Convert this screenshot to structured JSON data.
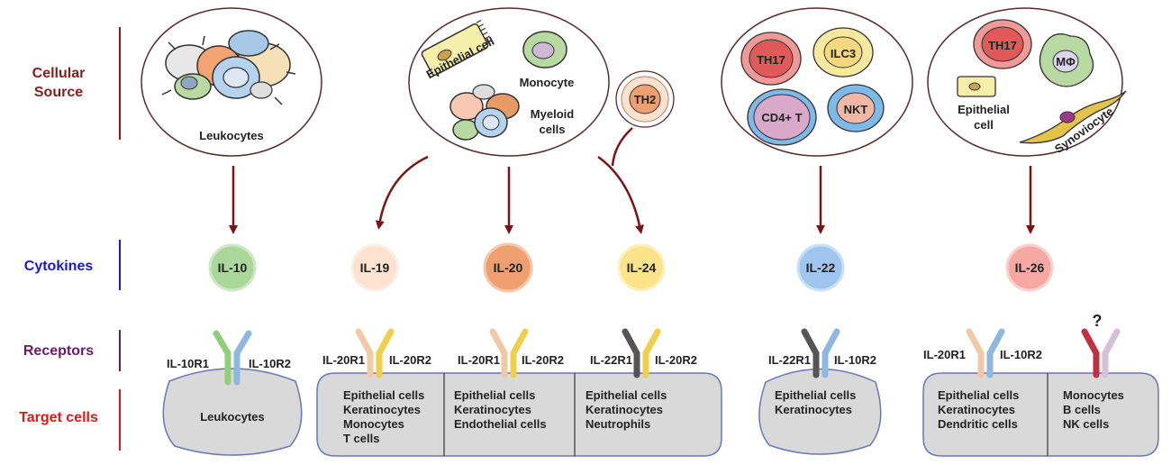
{
  "row_labels": {
    "source_line1": "Cellular",
    "source_line2": "Source",
    "cytokines": "Cytokines",
    "receptors": "Receptors",
    "target": "Target cells"
  },
  "colors": {
    "source": "#8b1a1a",
    "cytokines": "#1a1acc",
    "receptors": "#6b1a6b",
    "target": "#e01818",
    "arrow": "#7a1414"
  },
  "sources": {
    "leukocytes": "Leukocytes",
    "epithelial_cell": "Epithelial cell",
    "monocyte": "Monocyte",
    "myeloid_line1": "Myeloid",
    "myeloid_line2": "cells",
    "th2": "TH2",
    "th17_a": "TH17",
    "ilc3": "ILC3",
    "cd4": "CD4+ T",
    "nkt": "NKT",
    "th17_b": "TH17",
    "mphi": "MΦ",
    "epithelial_line1": "Epithelial",
    "epithelial_line2": "cell",
    "synoviocyte": "Synoviocyte"
  },
  "cytokines": [
    {
      "name": "IL-10",
      "color": "#a9d89a"
    },
    {
      "name": "IL-19",
      "color": "#fde2cf"
    },
    {
      "name": "IL-20",
      "color": "#f0a070"
    },
    {
      "name": "IL-24",
      "color": "#fbe38a"
    },
    {
      "name": "IL-22",
      "color": "#9ec6ee"
    },
    {
      "name": "IL-26",
      "color": "#f6a9a3"
    }
  ],
  "receptors": {
    "il10r1": "IL-10R1",
    "il10r2_a": "IL-10R2",
    "il20r1_a": "IL-20R1",
    "il20r2_a": "IL-20R2",
    "il20r1_b": "IL-20R1",
    "il20r2_b": "IL-20R2",
    "il22r1_a": "IL-22R1",
    "il20r2_c": "IL-20R2",
    "il22r1_b": "IL-22R1",
    "il10r2_b": "IL-10R2",
    "il20r1_c": "IL-20R1",
    "il10r2_c": "IL-10R2",
    "unknown": "?"
  },
  "targets": {
    "leukocytes": [
      "Leukocytes"
    ],
    "il19": [
      "Epithelial cells",
      "Keratinocytes",
      "Monocytes",
      "T cells"
    ],
    "il20": [
      "Epithelial cells",
      "Keratinocytes",
      "Endothelial cells"
    ],
    "il24": [
      "Epithelial cells",
      "Keratinocytes",
      "Neutrophils"
    ],
    "il22": [
      "Epithelial cells",
      "Keratinocytes"
    ],
    "il26a": [
      "Epithelial cells",
      "Keratinocytes",
      "Dendritic cells"
    ],
    "il26b": [
      "Monocytes",
      "B cells",
      "NK cells"
    ]
  }
}
